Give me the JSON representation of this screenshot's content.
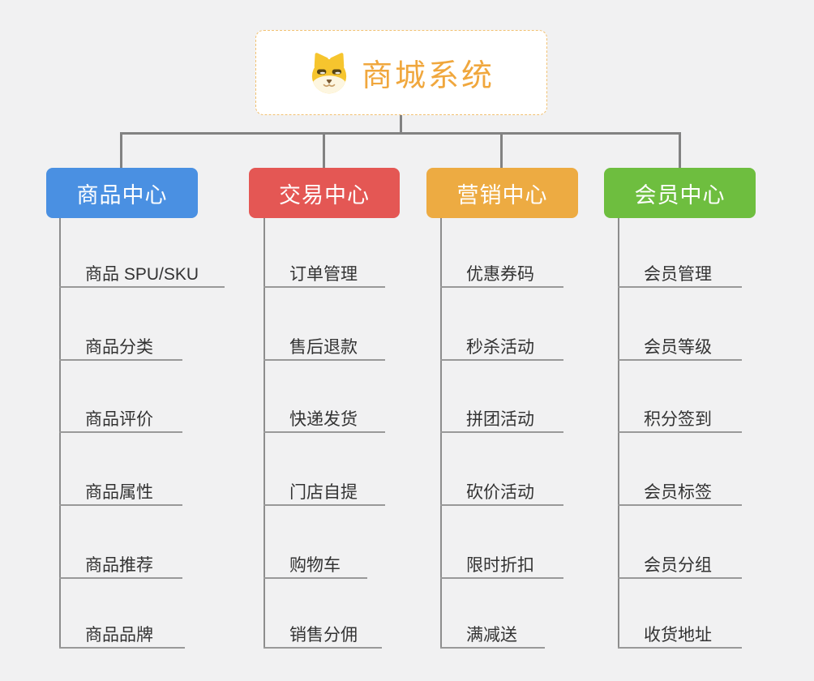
{
  "page": {
    "background": "#f1f1f2"
  },
  "root": {
    "title": "商城系统",
    "icon": "doge-icon",
    "text_color": "#f0a73d",
    "border_color": "#f2c171"
  },
  "connector_color": "#828282",
  "branches": [
    {
      "label": "商品中心",
      "color": "#4a90e2",
      "children": [
        "商品 SPU/SKU",
        "商品分类",
        "商品评价",
        "商品属性",
        "商品推荐",
        "商品品牌"
      ]
    },
    {
      "label": "交易中心",
      "color": "#e45754",
      "children": [
        "订单管理",
        "售后退款",
        "快递发货",
        "门店自提",
        "购物车",
        "销售分佣"
      ]
    },
    {
      "label": "营销中心",
      "color": "#edab42",
      "children": [
        "优惠券码",
        "秒杀活动",
        "拼团活动",
        "砍价活动",
        "限时折扣",
        "满减送"
      ]
    },
    {
      "label": "会员中心",
      "color": "#6ebe3f",
      "children": [
        "会员管理",
        "会员等级",
        "积分签到",
        "会员标签",
        "会员分组",
        "收货地址"
      ]
    }
  ]
}
